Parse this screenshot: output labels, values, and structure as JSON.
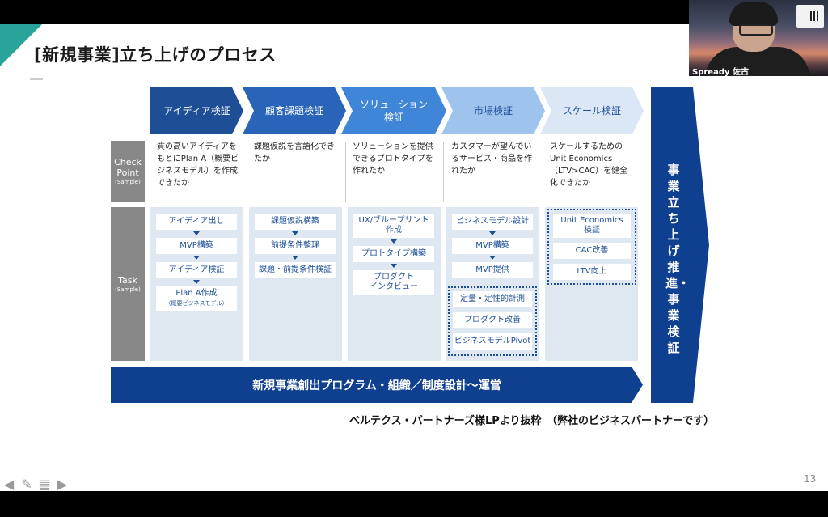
{
  "slide": {
    "title": "[新規事業]立ち上げのプロセス",
    "page_number": "13",
    "source_note": "ベルテクス・パートナーズ様LPより抜粋　（弊社のビジネスパートナーです）"
  },
  "video": {
    "participant_label": "Spready 佐古"
  },
  "stages": [
    {
      "label": "アイディア検証",
      "color": "#1e4f96",
      "text_color": "#ffffff"
    },
    {
      "label": "顧客課題検証",
      "color": "#2a64b8",
      "text_color": "#ffffff"
    },
    {
      "label": "ソリューション\n検証",
      "color": "#3f86d8",
      "text_color": "#ffffff"
    },
    {
      "label": "市場検証",
      "color": "#9ec3ec",
      "text_color": "#1e4f96"
    },
    {
      "label": "スケール検証",
      "color": "#dbe7f5",
      "text_color": "#1e4f96"
    }
  ],
  "rows": {
    "checkpoint_main": "Check\nPoint",
    "checkpoint_sub": "(Sample)",
    "task_main": "Task",
    "task_sub": "(Sample)"
  },
  "checkpoints": [
    "質の高いアイディアをもとにPlan A（概要ビジネスモデル）を作成できたか",
    "課題仮説を言語化できたか",
    "ソリューションを提供できるプロトタイプを作れたか",
    "カスタマーが望んでいるサービス・商品を作れたか",
    "スケールするためのUnit Economics（LTV>CAC）を健全化できたか"
  ],
  "tasks": {
    "col1": [
      "アイディア出し",
      "MVP構築",
      "アイディア検証",
      "Plan A作成"
    ],
    "col1_sub": "（概要ビジネスモデル）",
    "col2": [
      "課題仮説構築",
      "前提条件整理",
      "課題・前提条件検証"
    ],
    "col3": [
      "UX/ブループリント\n作成",
      "プロトタイプ構築",
      "プロダクト\nインタビュー"
    ],
    "col4": [
      "ビジネスモデル設計",
      "MVP構築",
      "MVP提供",
      "定量・定性的計測",
      "プロダクト改善",
      "ビジネスモデルPivot"
    ],
    "col5": [
      "Unit Economics\n検証",
      "CAC改善",
      "LTV向上"
    ]
  },
  "bottom_bar": "新規事業創出プログラム・組織／制度設計〜運営",
  "side_bar": "事業立ち上げ推進・事業検証",
  "toolbar_icons": [
    "prev-arrow-icon",
    "pen-icon",
    "menu-icon",
    "next-arrow-icon"
  ]
}
